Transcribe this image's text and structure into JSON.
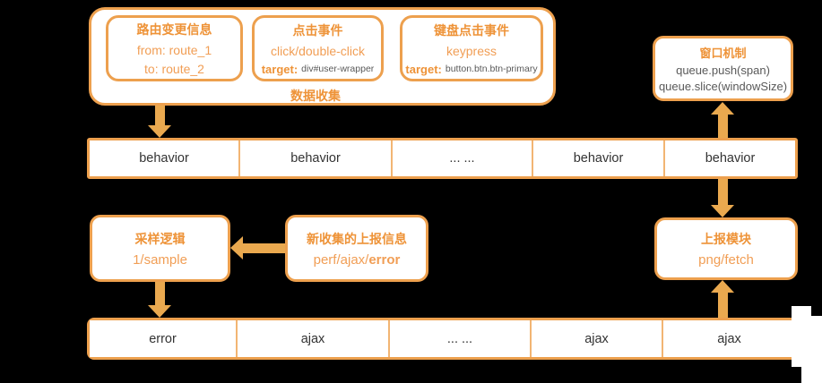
{
  "colors": {
    "background": "#000000",
    "border_orange": "#EDA04E",
    "arrow_orange": "#EAA94F",
    "title_orange": "#EE9338",
    "text_orange": "#F19E55",
    "cell_text": "#333333",
    "code_gray": "#595959"
  },
  "collection_group": {
    "label": "数据收集",
    "route_box": {
      "title": "路由变更信息",
      "line1": "from: route_1",
      "line2": "to: route_2"
    },
    "click_box": {
      "title": "点击事件",
      "line1": "click/double-click",
      "target_label": "target:",
      "target_value": "div#user-wrapper"
    },
    "key_box": {
      "title": "键盘点击事件",
      "line1": "keypress",
      "target_label": "target:",
      "target_value": "button.btn.btn-primary"
    }
  },
  "window_box": {
    "title": "窗口机制",
    "line1": "queue.push(span)",
    "line2": "queue.slice(windowSize)"
  },
  "sampling_box": {
    "title": "采样逻辑",
    "line1": "1/sample"
  },
  "new_report_box": {
    "title": "新收集的上报信息",
    "line_prefix": "perf/ajax/",
    "line_emphasis": "error"
  },
  "report_box": {
    "title": "上报模块",
    "line1": "png/fetch"
  },
  "behavior_strip": {
    "cells": [
      "behavior",
      "behavior",
      "... ...",
      "behavior",
      "behavior"
    ]
  },
  "report_strip": {
    "cells": [
      "error",
      "ajax",
      "... ...",
      "ajax",
      "ajax"
    ]
  }
}
